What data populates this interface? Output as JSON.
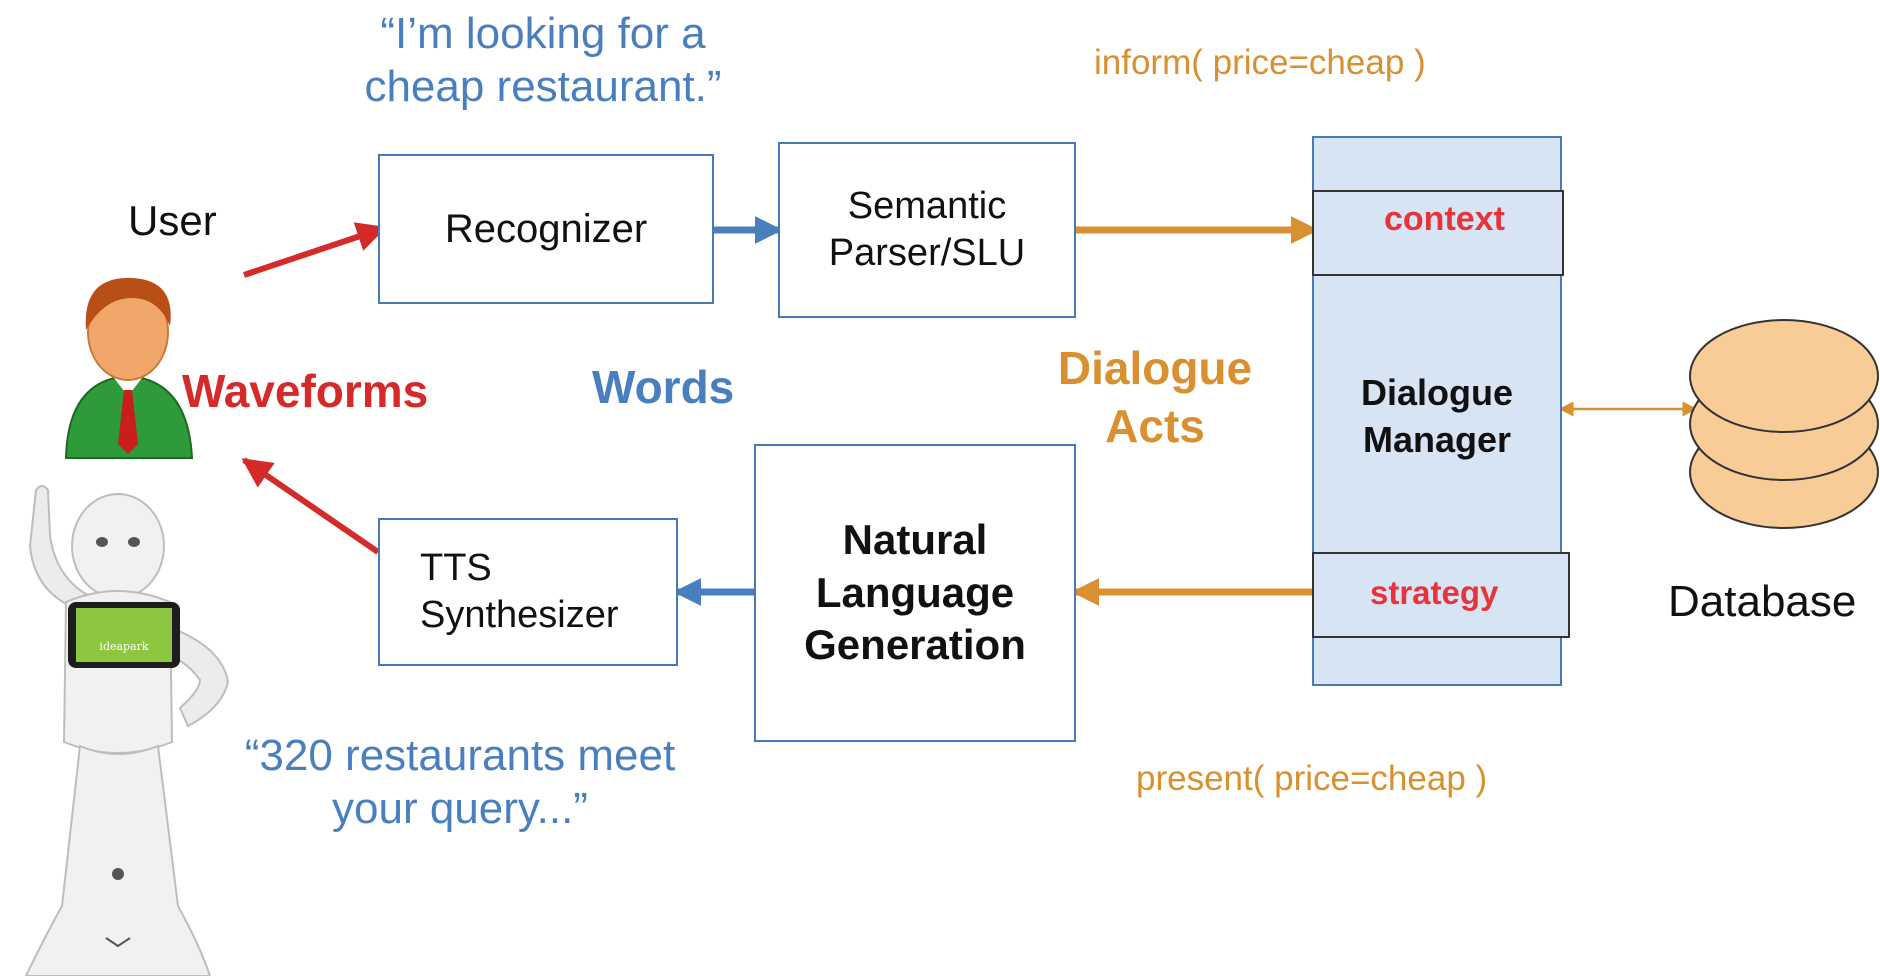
{
  "quotes": {
    "user_utterance": "“I’m looking for a\ncheap restaurant.”",
    "system_utterance": "“320 restaurants meet\nyour query...”"
  },
  "labels": {
    "user": "User",
    "waveforms": "Waveforms",
    "words": "Words",
    "dialogue_acts": "Dialogue\nActs",
    "inform_act": "inform( price=cheap )",
    "present_act": "present( price=cheap )",
    "database": "Database"
  },
  "components": {
    "recognizer": "Recognizer",
    "semantic_parser": "Semantic\nParser/SLU",
    "dialogue_manager": "Dialogue\nManager",
    "context": "context",
    "strategy": "strategy",
    "nlg": "Natural\nLanguage\nGeneration",
    "tts": "TTS\nSynthesizer"
  },
  "robot": {
    "tablet_text": "ideapark"
  },
  "colors": {
    "box_border": "#4a79b5",
    "dm_fill": "#d6e4f3",
    "waveform_red": "#d42a2a",
    "word_blue": "#4a7fbf",
    "act_orange": "#d89030",
    "context_red": "#e8323c",
    "db_fill": "#f8cc96"
  }
}
